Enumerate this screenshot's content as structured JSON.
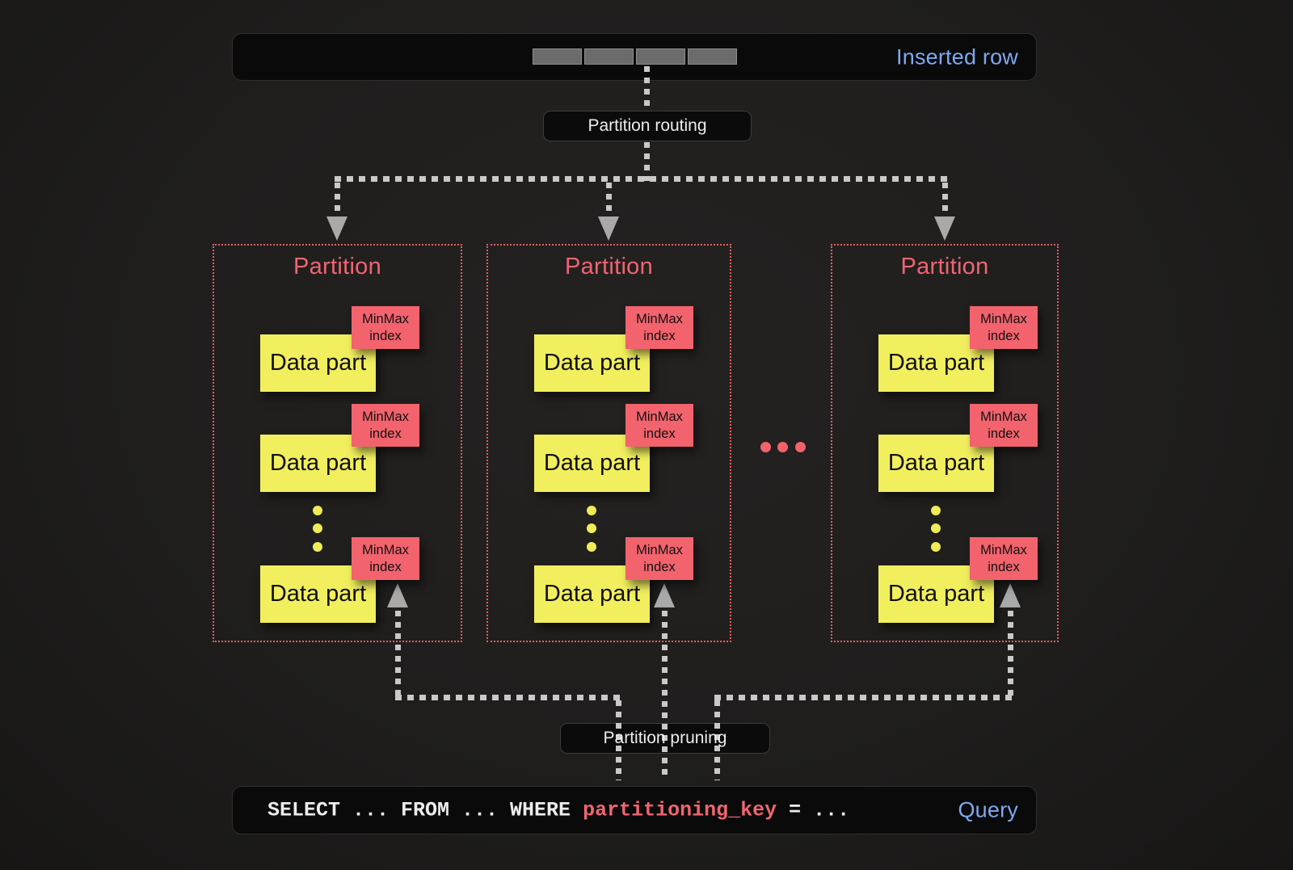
{
  "inserted_row": {
    "label": "Inserted row",
    "cell_count": 4
  },
  "labels": {
    "routing": "Partition routing",
    "pruning": "Partition pruning"
  },
  "partitions": [
    {
      "title": "Partition",
      "parts": [
        {
          "name": "Data part",
          "index": "MinMax index"
        },
        {
          "name": "Data part",
          "index": "MinMax index"
        },
        {
          "name": "Data part",
          "index": "MinMax index"
        }
      ]
    },
    {
      "title": "Partition",
      "parts": [
        {
          "name": "Data part",
          "index": "MinMax index"
        },
        {
          "name": "Data part",
          "index": "MinMax index"
        },
        {
          "name": "Data part",
          "index": "MinMax index"
        }
      ]
    },
    {
      "title": "Partition",
      "parts": [
        {
          "name": "Data part",
          "index": "MinMax index"
        },
        {
          "name": "Data part",
          "index": "MinMax index"
        },
        {
          "name": "Data part",
          "index": "MinMax index"
        }
      ]
    }
  ],
  "query": {
    "select_prefix": "SELECT ... FROM ... WHERE ",
    "key": "partitioning_key",
    "suffix": " = ...",
    "label": "Query"
  },
  "colors": {
    "background": "#1f1e1d",
    "bar_fill": "#0a0a0a",
    "accent_red": "#f06570",
    "data_part_yellow": "#f2ef5e",
    "minmax_red": "#f3636d",
    "blue_label": "#7ea9f2",
    "connector_gray": "#c9c9c9"
  }
}
